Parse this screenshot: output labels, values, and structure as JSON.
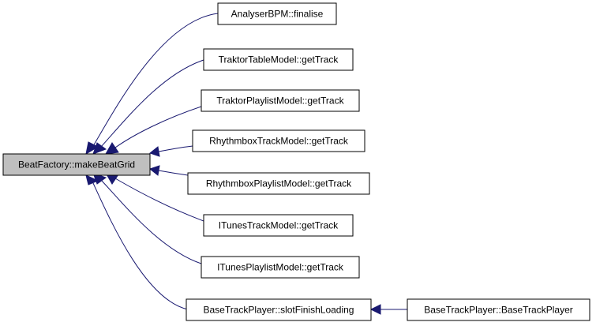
{
  "graph": {
    "root": {
      "id": "root",
      "label": "BeatFactory::makeBeatGrid"
    },
    "nodes": [
      {
        "id": "n1",
        "label": "AnalyserBPM::finalise"
      },
      {
        "id": "n2",
        "label": "TraktorTableModel::getTrack"
      },
      {
        "id": "n3",
        "label": "TraktorPlaylistModel::getTrack"
      },
      {
        "id": "n4",
        "label": "RhythmboxTrackModel::getTrack"
      },
      {
        "id": "n5",
        "label": "RhythmboxPlaylistModel::getTrack"
      },
      {
        "id": "n6",
        "label": "ITunesTrackModel::getTrack"
      },
      {
        "id": "n7",
        "label": "ITunesPlaylistModel::getTrack"
      },
      {
        "id": "n8",
        "label": "BaseTrackPlayer::slotFinishLoading"
      },
      {
        "id": "n9",
        "label": "BaseTrackPlayer::BaseTrackPlayer"
      }
    ],
    "edges": [
      {
        "from": "n1",
        "to": "root"
      },
      {
        "from": "n2",
        "to": "root"
      },
      {
        "from": "n3",
        "to": "root"
      },
      {
        "from": "n4",
        "to": "root"
      },
      {
        "from": "n5",
        "to": "root"
      },
      {
        "from": "n6",
        "to": "root"
      },
      {
        "from": "n7",
        "to": "root"
      },
      {
        "from": "n8",
        "to": "root"
      },
      {
        "from": "n9",
        "to": "n8"
      }
    ],
    "colors": {
      "edge": "#191970",
      "root_fill": "#bfbfbf",
      "node_fill": "#ffffff",
      "node_border": "#000000"
    }
  }
}
